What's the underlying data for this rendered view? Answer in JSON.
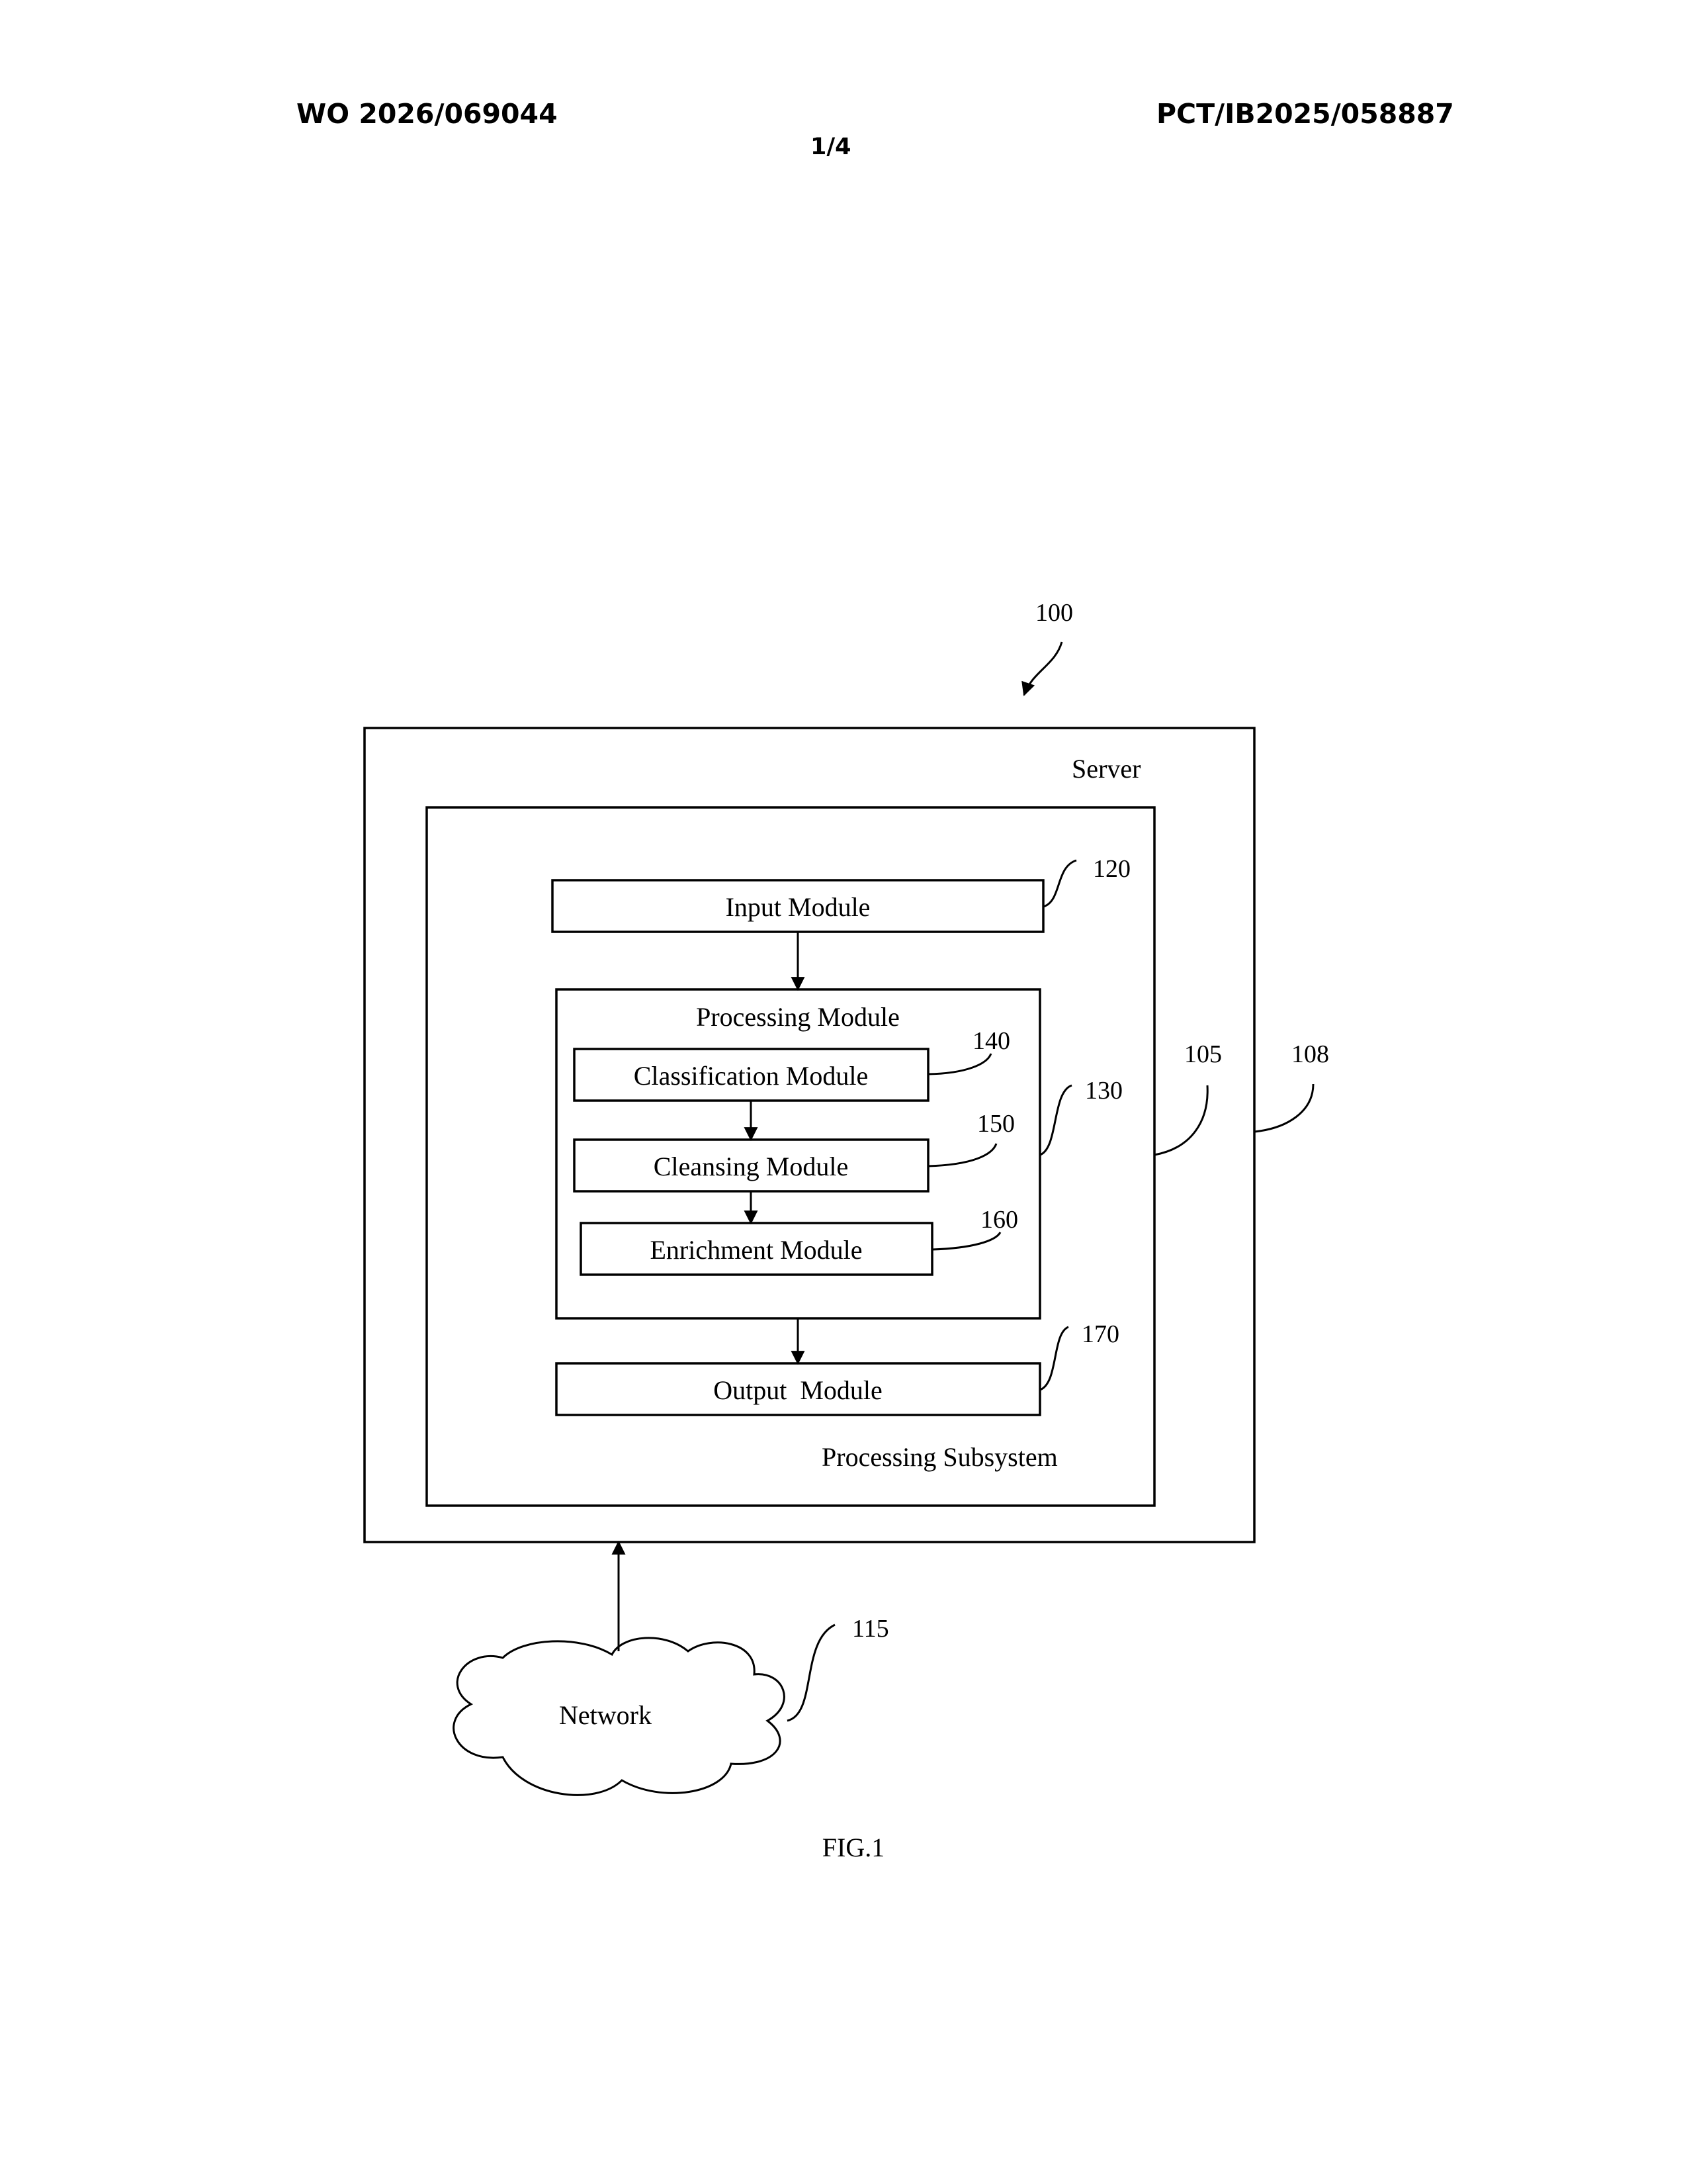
{
  "header": {
    "publication_number": "WO 2026/069044",
    "application_number": "PCT/IB2025/058887",
    "sheet": "1/4"
  },
  "diagram": {
    "system_ref": "100",
    "server": {
      "label": "Server",
      "ref": "108"
    },
    "processing_subsystem": {
      "label": "Processing Subsystem",
      "ref": "105"
    },
    "input_module": {
      "label": "Input Module",
      "ref": "120"
    },
    "processing_module": {
      "label": "Processing Module",
      "ref": "130"
    },
    "classification_module": {
      "label": "Classification Module",
      "ref": "140"
    },
    "cleansing_module": {
      "label": "Cleansing Module",
      "ref": "150"
    },
    "enrichment_module": {
      "label": "Enrichment Module",
      "ref": "160"
    },
    "output_module": {
      "label": "Output  Module",
      "ref": "170"
    },
    "network": {
      "label": "Network",
      "ref": "115"
    },
    "caption": "FIG.1"
  }
}
